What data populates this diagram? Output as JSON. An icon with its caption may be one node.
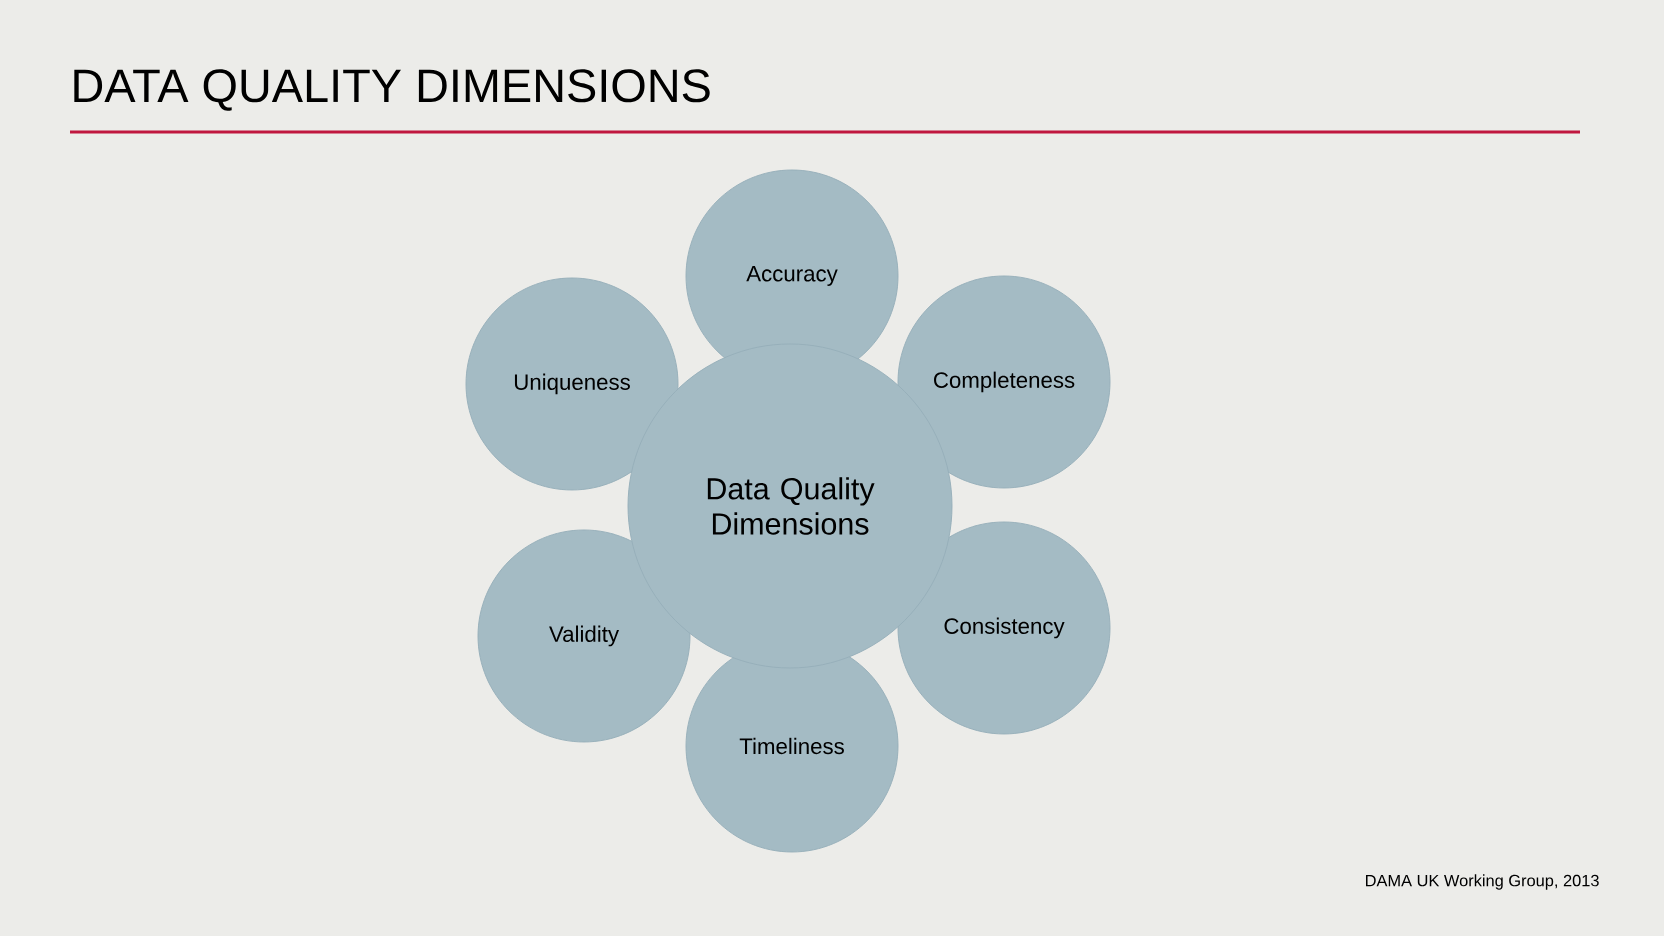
{
  "diagram": {
    "title": "DATA QUALITY DIMENSIONS",
    "nodes": [
      {
        "text": [
          "Data Quality Dimensions"
        ]
      },
      {
        "text": [
          "Accuracy"
        ]
      },
      {
        "text": [
          "Completeness"
        ]
      },
      {
        "text": [
          "Consistency"
        ]
      },
      {
        "text": [
          "Timeliness"
        ]
      },
      {
        "text": [
          "Validity"
        ]
      },
      {
        "text": [
          "Uniqueness"
        ]
      }
    ],
    "labels": [
      "DAMA UK Working Group, 2013"
    ]
  }
}
